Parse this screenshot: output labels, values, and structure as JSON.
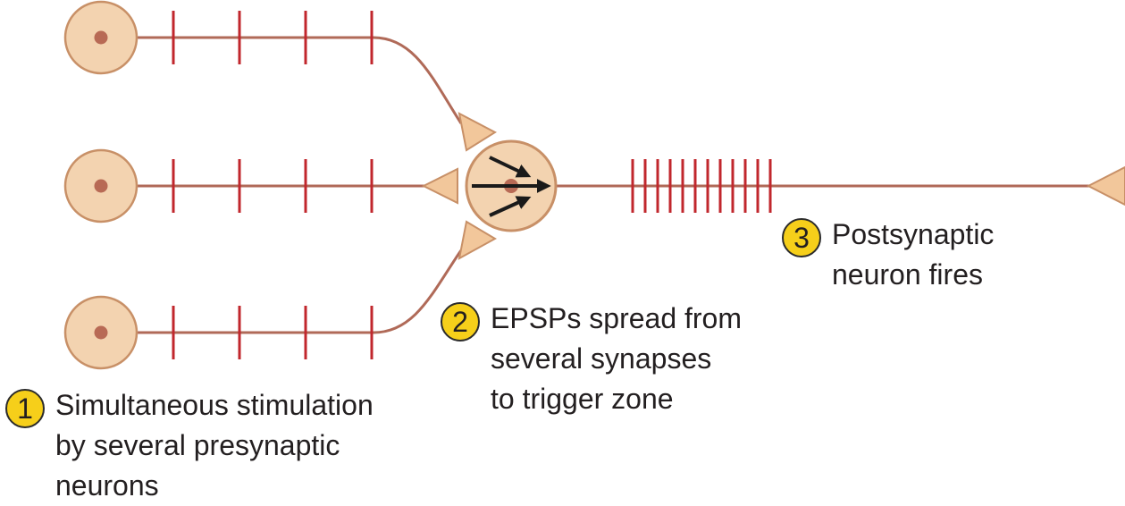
{
  "colors": {
    "axon": "#b06a58",
    "impulse_tick": "#c1272d",
    "soma_fill": "#f3d3b0",
    "soma_outline": "#c89067",
    "nucleus": "#b86a55",
    "terminal_fill": "#f2c79b",
    "terminal_outline": "#c89067",
    "arrow": "#1a1a1a",
    "badge_fill": "#f6cf1a",
    "text": "#231f20"
  },
  "presynaptic_neurons": [
    {
      "name": "presynaptic-neuron-1",
      "impulse_count": 4
    },
    {
      "name": "presynaptic-neuron-2",
      "impulse_count": 4
    },
    {
      "name": "presynaptic-neuron-3",
      "impulse_count": 4
    }
  ],
  "postsynaptic_neuron": {
    "impulse_count": 12
  },
  "steps": [
    {
      "number": "1",
      "lines": [
        "Simultaneous stimulation",
        "by several presynaptic",
        "neurons"
      ]
    },
    {
      "number": "2",
      "lines": [
        "EPSPs spread from",
        "several synapses",
        "to trigger zone"
      ]
    },
    {
      "number": "3",
      "lines": [
        "Postsynaptic",
        "neuron fires"
      ]
    }
  ]
}
